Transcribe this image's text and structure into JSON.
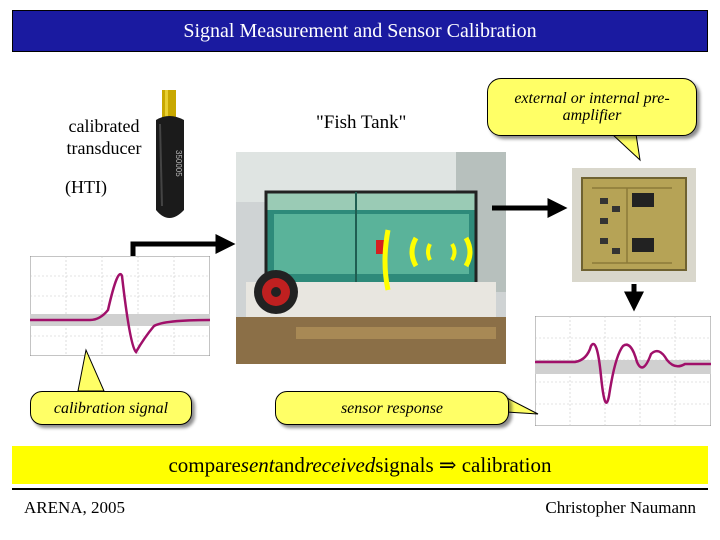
{
  "title": "Signal Measurement and Sensor Calibration",
  "labels": {
    "transducer": "calibrated transducer",
    "hti": "(HTI)",
    "fish_tank": "\"Fish Tank\""
  },
  "callouts": {
    "preamp": "external or internal pre-amplifier",
    "calibration": "calibration signal",
    "response": "sensor response"
  },
  "transducer_serial": "350005",
  "bottom_banner": {
    "part1": "compare ",
    "sent": "sent",
    "part2": " and ",
    "received": "received",
    "part3": " signals ⇒ calibration"
  },
  "footer": {
    "left": "ARENA, 2005",
    "right": "Christopher Naumann"
  },
  "colors": {
    "title_bg": "#1a1aa0",
    "banner_bg": "#ffff00",
    "callout_bg": "#ffff66",
    "signal": "#a0106a",
    "arrow": "#000000"
  }
}
